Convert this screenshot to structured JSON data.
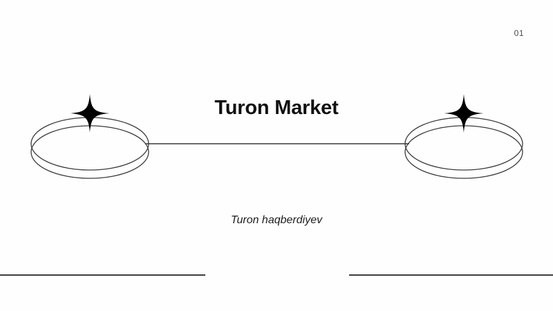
{
  "slide": {
    "page_number": "01",
    "title": "Turon Market",
    "subtitle": "Turon haqberdiyev",
    "background_color": "#fefefe",
    "text_color": "#111111",
    "line_color": "#3c3c42",
    "outline_color": "#3a3a3a",
    "star_color": "#000000"
  },
  "artwork": {
    "left_ring_label": "left-ring-shape",
    "right_ring_label": "right-ring-shape",
    "connector_label": "ring-connector-line",
    "left_star_label": "left-sparkle-icon",
    "right_star_label": "right-sparkle-icon"
  }
}
